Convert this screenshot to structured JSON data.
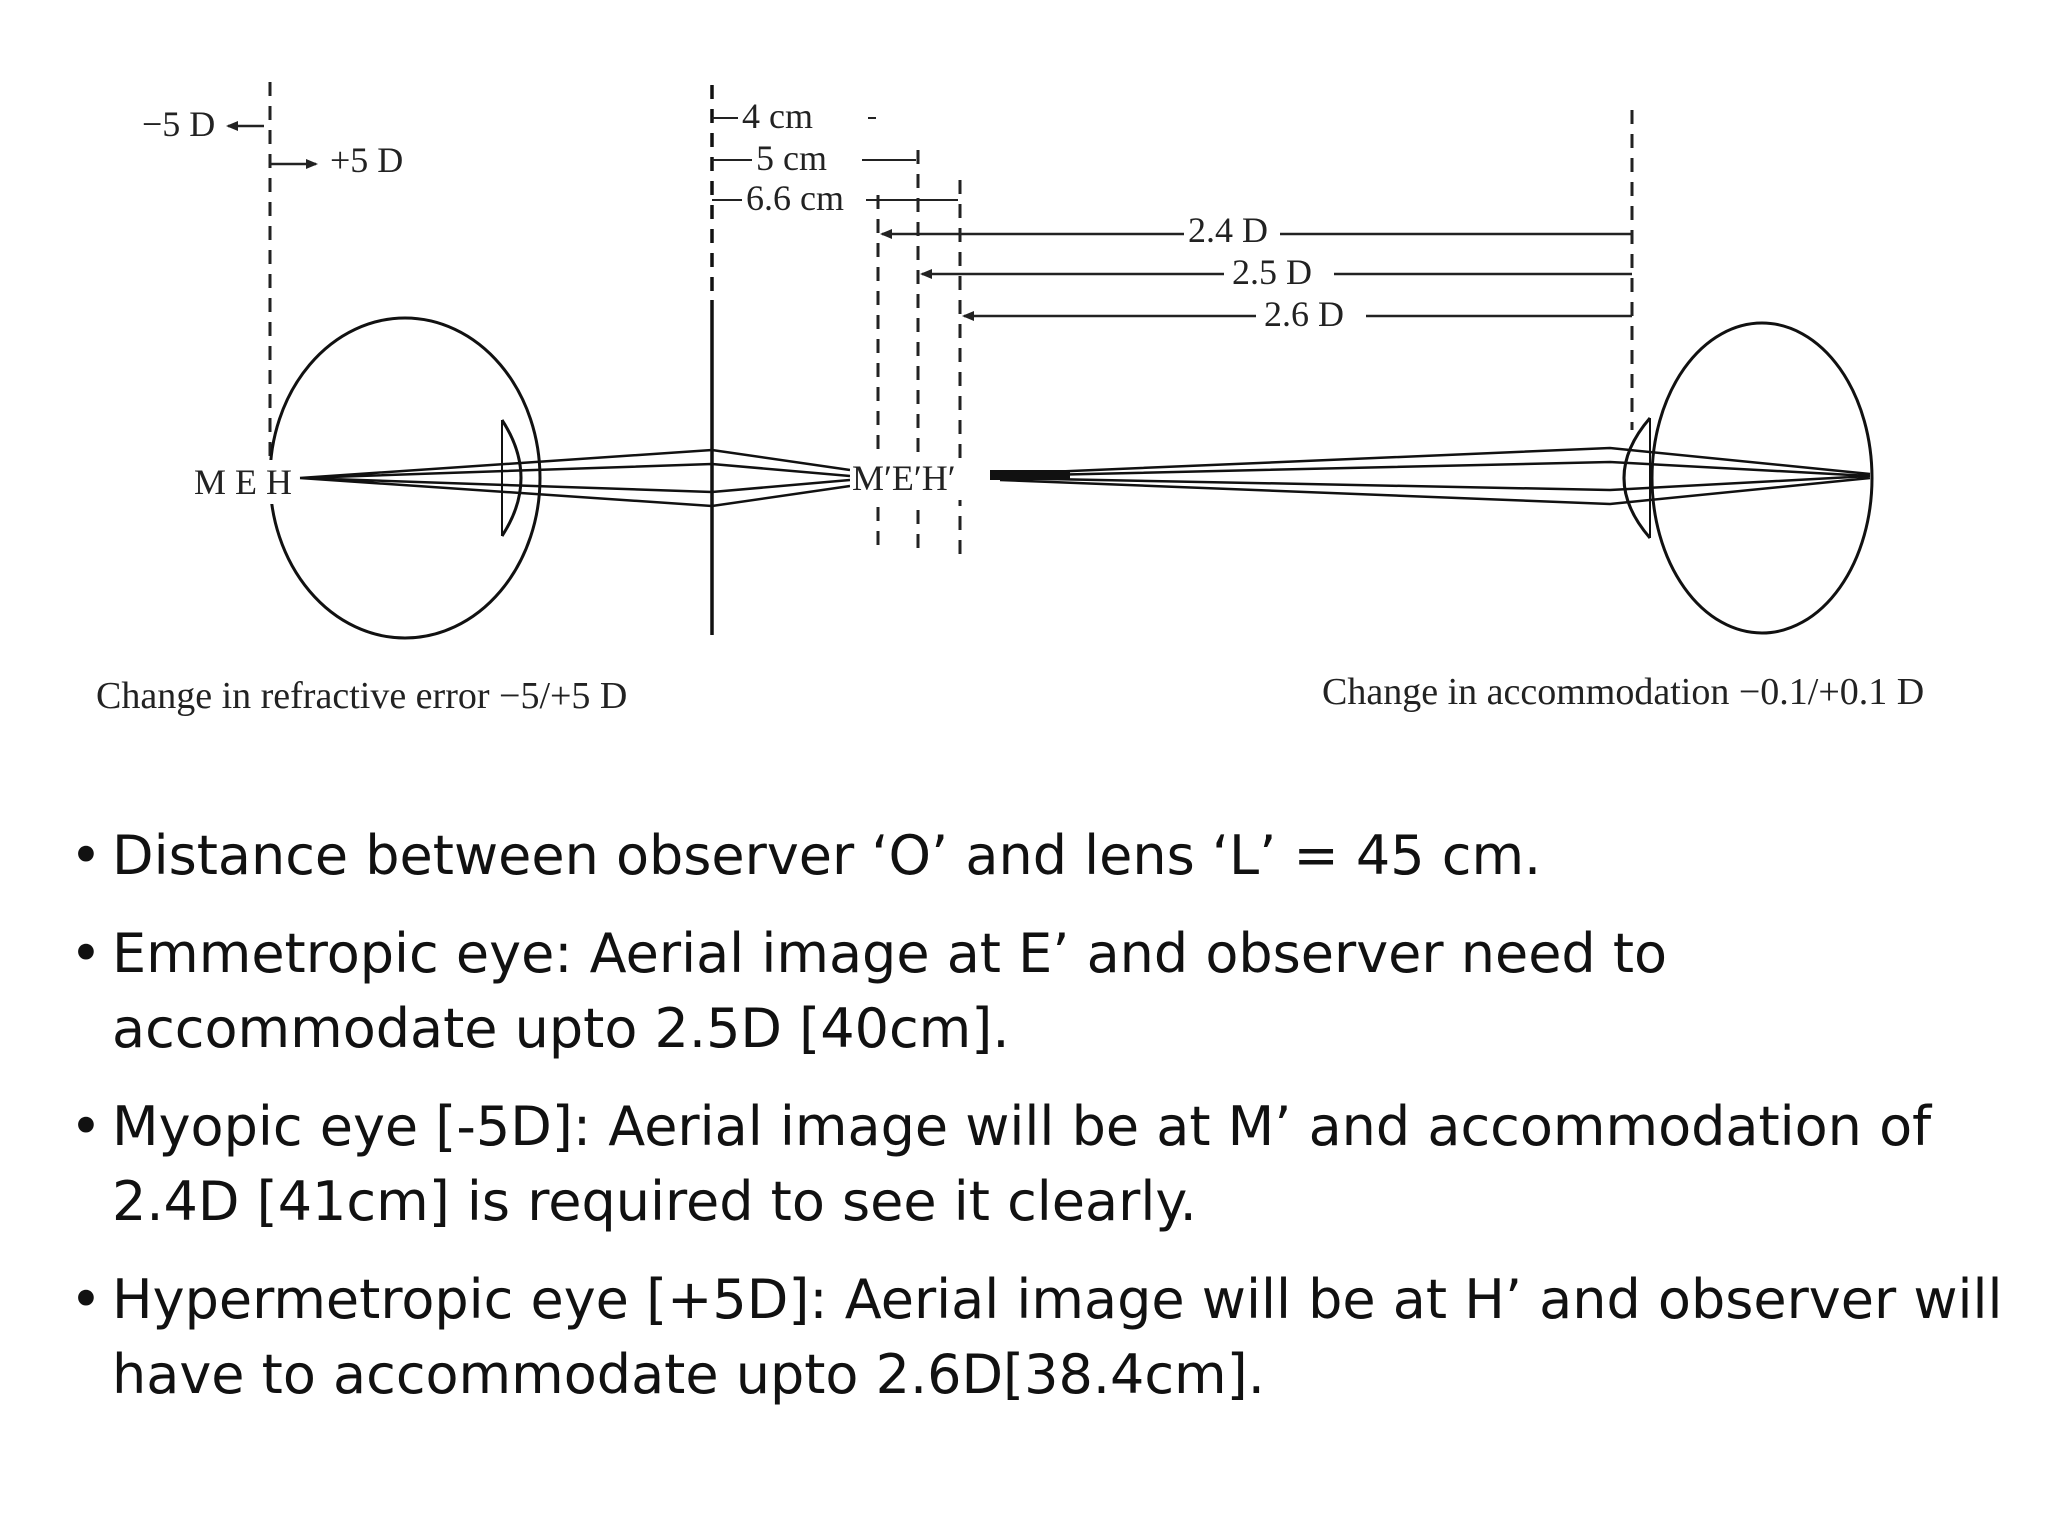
{
  "diagram": {
    "top_left": {
      "minus": "−5 D",
      "plus": "+5 D"
    },
    "distances": [
      "4 cm",
      "5 cm",
      "6.6 cm"
    ],
    "accommodation": [
      "2.4 D",
      "2.5 D",
      "2.6 D"
    ],
    "left_points": "M E H",
    "image_points": "M′E′H′",
    "caption_left": "Change in refractive error −5/+5 D",
    "caption_right": "Change in accommodation −0.1/+0.1 D"
  },
  "bullets": [
    "Distance between observer ‘O’ and lens ‘L’ = 45 cm.",
    "Emmetropic eye: Aerial image at E’ and observer need to accommodate upto 2.5D [40cm].",
    "Myopic  eye [-5D]: Aerial image will be at M’ and accommodation of 2.4D [41cm] is required to see it clearly.",
    "Hypermetropic eye [+5D]: Aerial image will be at H’ and observer will have to accommodate upto 2.6D[38.4cm]."
  ],
  "bullet_symbol": "•"
}
